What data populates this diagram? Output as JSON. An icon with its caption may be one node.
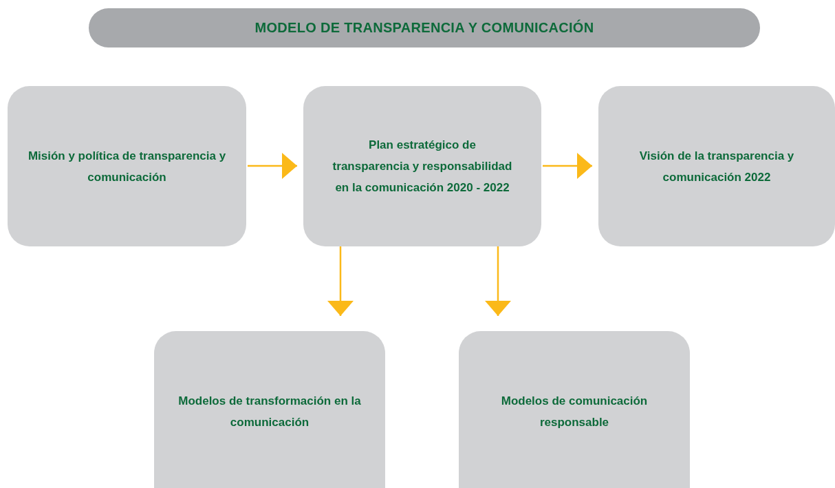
{
  "diagram": {
    "title": "MODELO DE TRANSPARENCIA Y COMUNICACIÓN",
    "nodes": [
      {
        "text": [
          "Misión y política de transparencia y comunicación"
        ]
      },
      {
        "text": [
          "Plan estratégico de transparencia y responsabilidad en la comunicación 2020 - 2022"
        ]
      },
      {
        "text": [
          "Visión de la transparencia y comunicación 2022"
        ]
      },
      {
        "text": [
          "Modelos de transformación en la comunicación"
        ]
      },
      {
        "text": [
          "Modelos de comunicación responsable"
        ]
      }
    ],
    "edges": [
      {
        "from": 0,
        "to": 1,
        "arrow": "to"
      },
      {
        "from": 1,
        "to": 2,
        "arrow": "to"
      },
      {
        "from": 1,
        "to": 3,
        "arrow": "to"
      },
      {
        "from": 1,
        "to": 4,
        "arrow": "to"
      }
    ]
  }
}
